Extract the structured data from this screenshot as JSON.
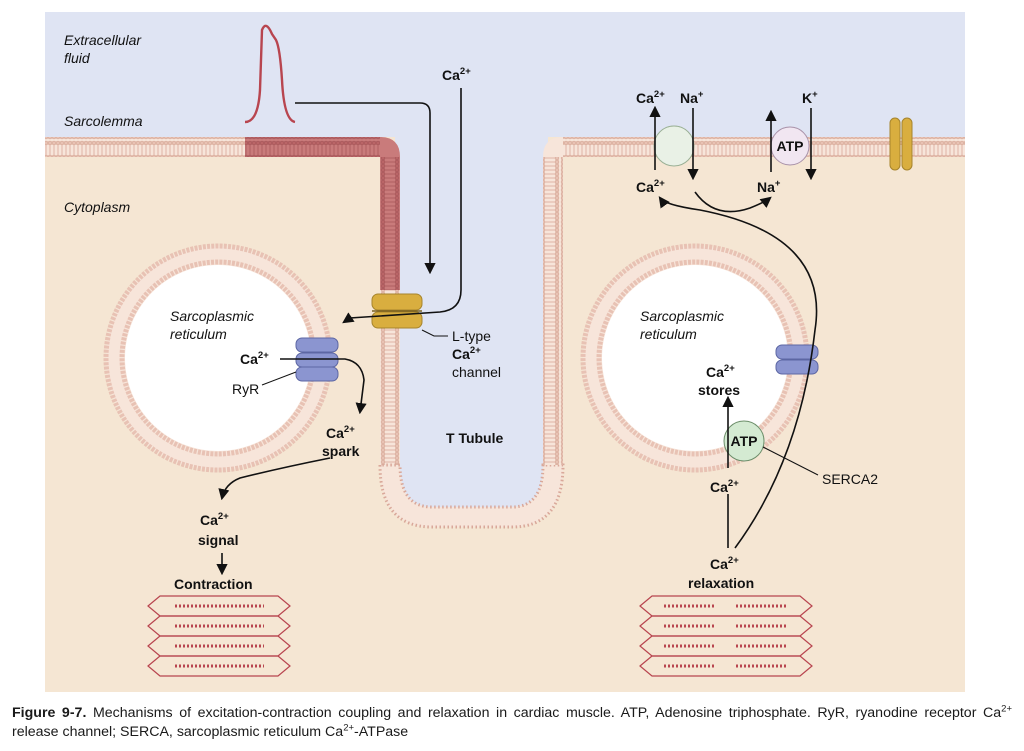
{
  "labels": {
    "extracellular": [
      "Extracellular",
      "fluid"
    ],
    "sarcolemma": "Sarcolemma",
    "cytoplasm": "Cytoplasm",
    "sr_left": [
      "Sarcoplasmic",
      "reticulum"
    ],
    "sr_right": [
      "Sarcoplasmic",
      "reticulum"
    ],
    "ca": "Ca",
    "ca_charge": "2+",
    "na": "Na",
    "na_charge": "+",
    "k": "K",
    "k_charge": "+",
    "atp": "ATP",
    "ryr": "RyR",
    "ltype_line1": "L-type",
    "ltype_line3": "channel",
    "spark": "spark",
    "signal": "signal",
    "contraction": "Contraction",
    "ttubule": "T Tubule",
    "stores": "stores",
    "relaxation": "relaxation",
    "serca2": "SERCA2"
  },
  "caption": {
    "label": "Figure 9-7.",
    "part1": " Mechanisms of excitation-contraction coupling and relaxation in cardiac muscle. ATP, Adenosine triphosphate. RyR, ryanodine receptor Ca",
    "sup1": "2+",
    "part2": " release channel; SERCA, sarcoplasmic reticulum Ca",
    "sup2": "2+",
    "part3": "-ATPase"
  },
  "colors": {
    "extracellular": "#dfe4f3",
    "cytoplasm": "#f5e6d3",
    "membrane_head": "#e8c2b4",
    "membrane_tail": "#f7e5da",
    "depolarized": "#c97b7b",
    "channel_yellow": "#d9ae3f",
    "ryr_blue": "#8b95d0",
    "atp_green": "#d4ead2",
    "exchanger": "#e9f1e6",
    "pump_atp": "#f1e6f1",
    "arrow": "#111111",
    "action_potential": "#b8454f"
  }
}
